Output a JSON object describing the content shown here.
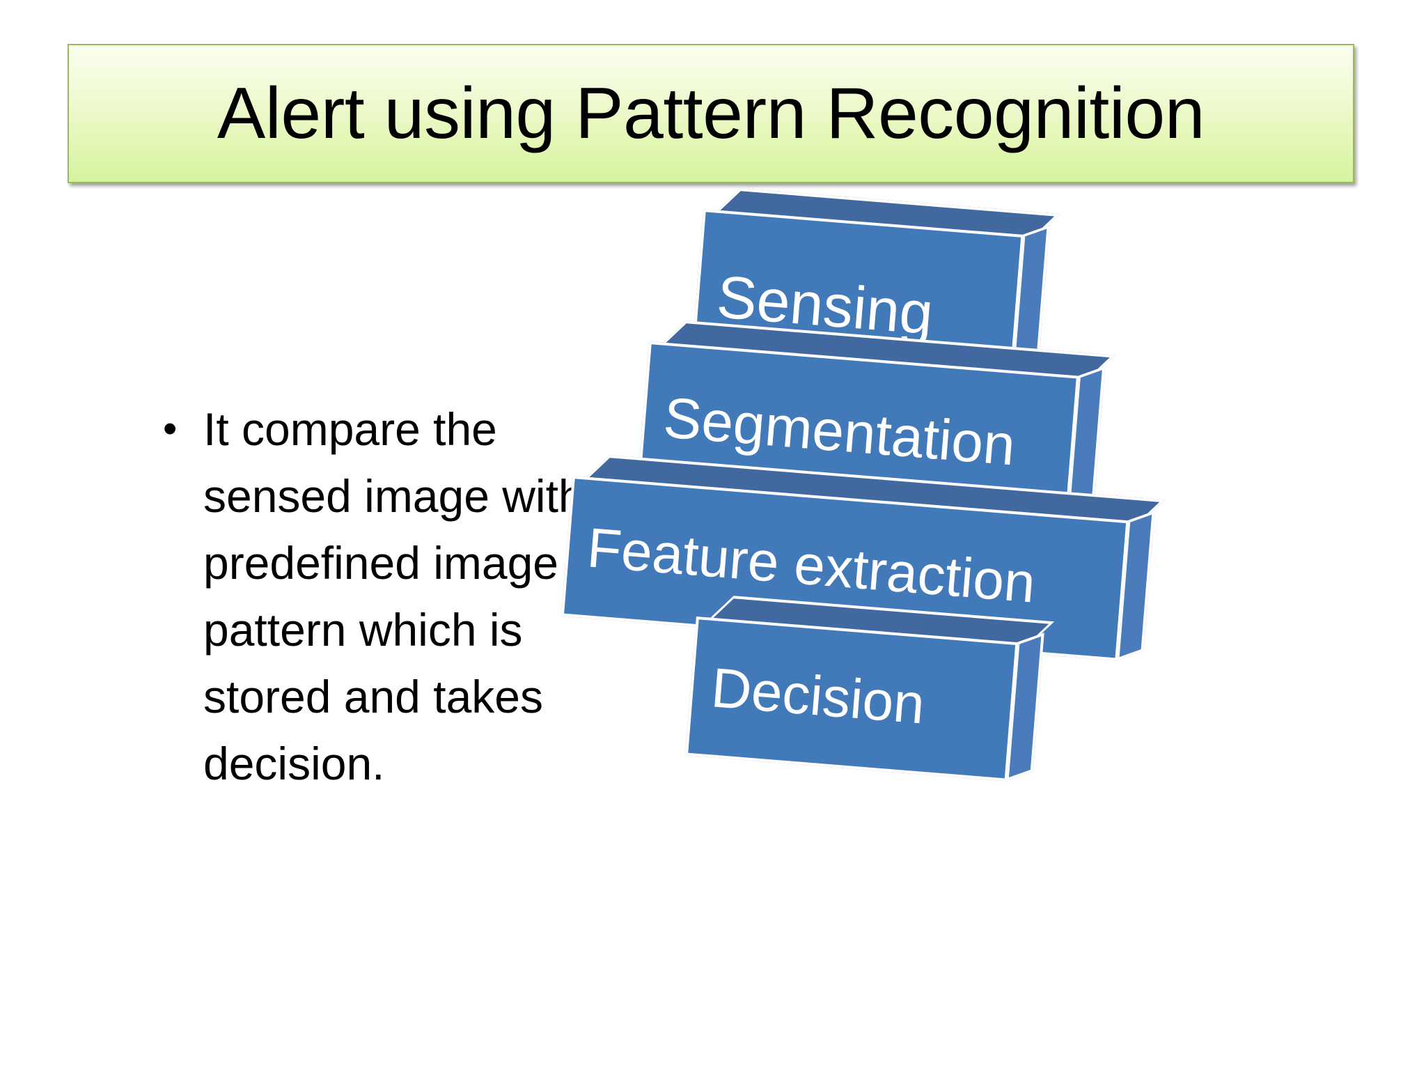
{
  "slide": {
    "title": "Alert using Pattern Recognition",
    "background_color": "#ffffff",
    "title_bar": {
      "border_color": "#9bbb59",
      "gradient_top_color": "#fbfff0",
      "gradient_bottom_color": "#d5f3a0",
      "text_color": "#000000"
    },
    "body": {
      "bullet_glyph": "•",
      "bullets": [
        "It compare the sensed image with predefined image pattern which is stored and takes decision."
      ],
      "text_color": "#000000"
    },
    "diagram": {
      "name": "pattern-recognition-pipeline",
      "type": "3d-stacked-blocks",
      "block_face_color": "#4279b8",
      "block_top_color": "#41699f",
      "block_side_color": "#4a7cbb",
      "block_outline_color": "#ffffff",
      "block_label_color": "#ffffff",
      "blocks": [
        {
          "label": "Sensing"
        },
        {
          "label": "Segmentation"
        },
        {
          "label": "Feature extraction"
        },
        {
          "label": "Decision"
        }
      ]
    }
  }
}
